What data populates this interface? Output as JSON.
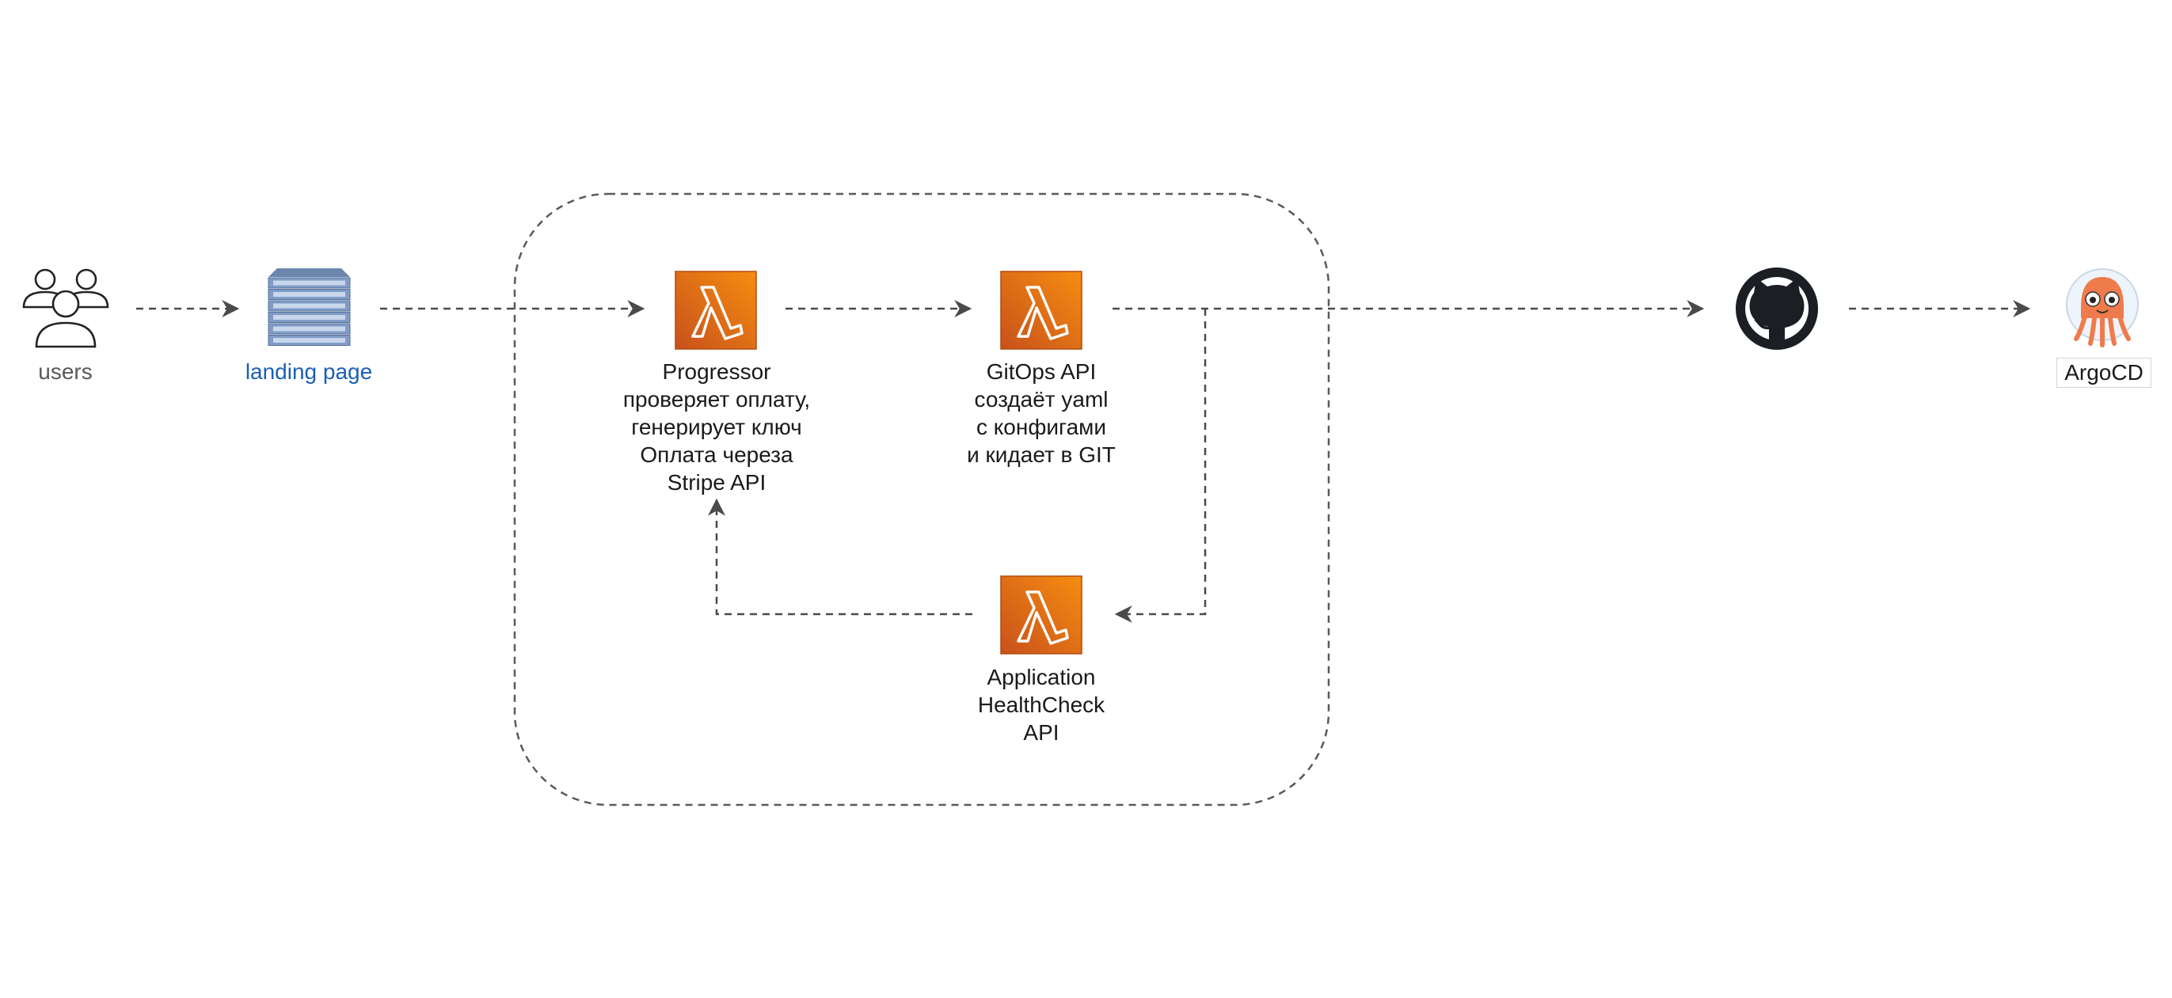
{
  "nodes": {
    "users": {
      "label": "users",
      "icon": "users-icon"
    },
    "landing": {
      "label": "landing page",
      "icon": "server-stack-icon",
      "color": "#1a5fb4"
    },
    "progressor": {
      "icon": "aws-lambda-icon",
      "lines": [
        "Progressor",
        "проверяет оплату,",
        "генерирует ключ",
        "Оплата череза",
        "Stripe API"
      ]
    },
    "gitops": {
      "icon": "aws-lambda-icon",
      "lines": [
        "GitOps API",
        "создаёт yaml",
        "с конфигами",
        "и кидает в GIT"
      ]
    },
    "healthcheck": {
      "icon": "aws-lambda-icon",
      "lines": [
        "Application",
        "HealthCheck",
        "API"
      ]
    },
    "github": {
      "icon": "github-icon"
    },
    "argocd": {
      "label": "ArgoCD",
      "icon": "argocd-octopus-icon"
    }
  },
  "colors": {
    "lambda_orange": "#e8710a",
    "arrow": "#4a4a4a",
    "github_dark": "#1b1f23"
  }
}
